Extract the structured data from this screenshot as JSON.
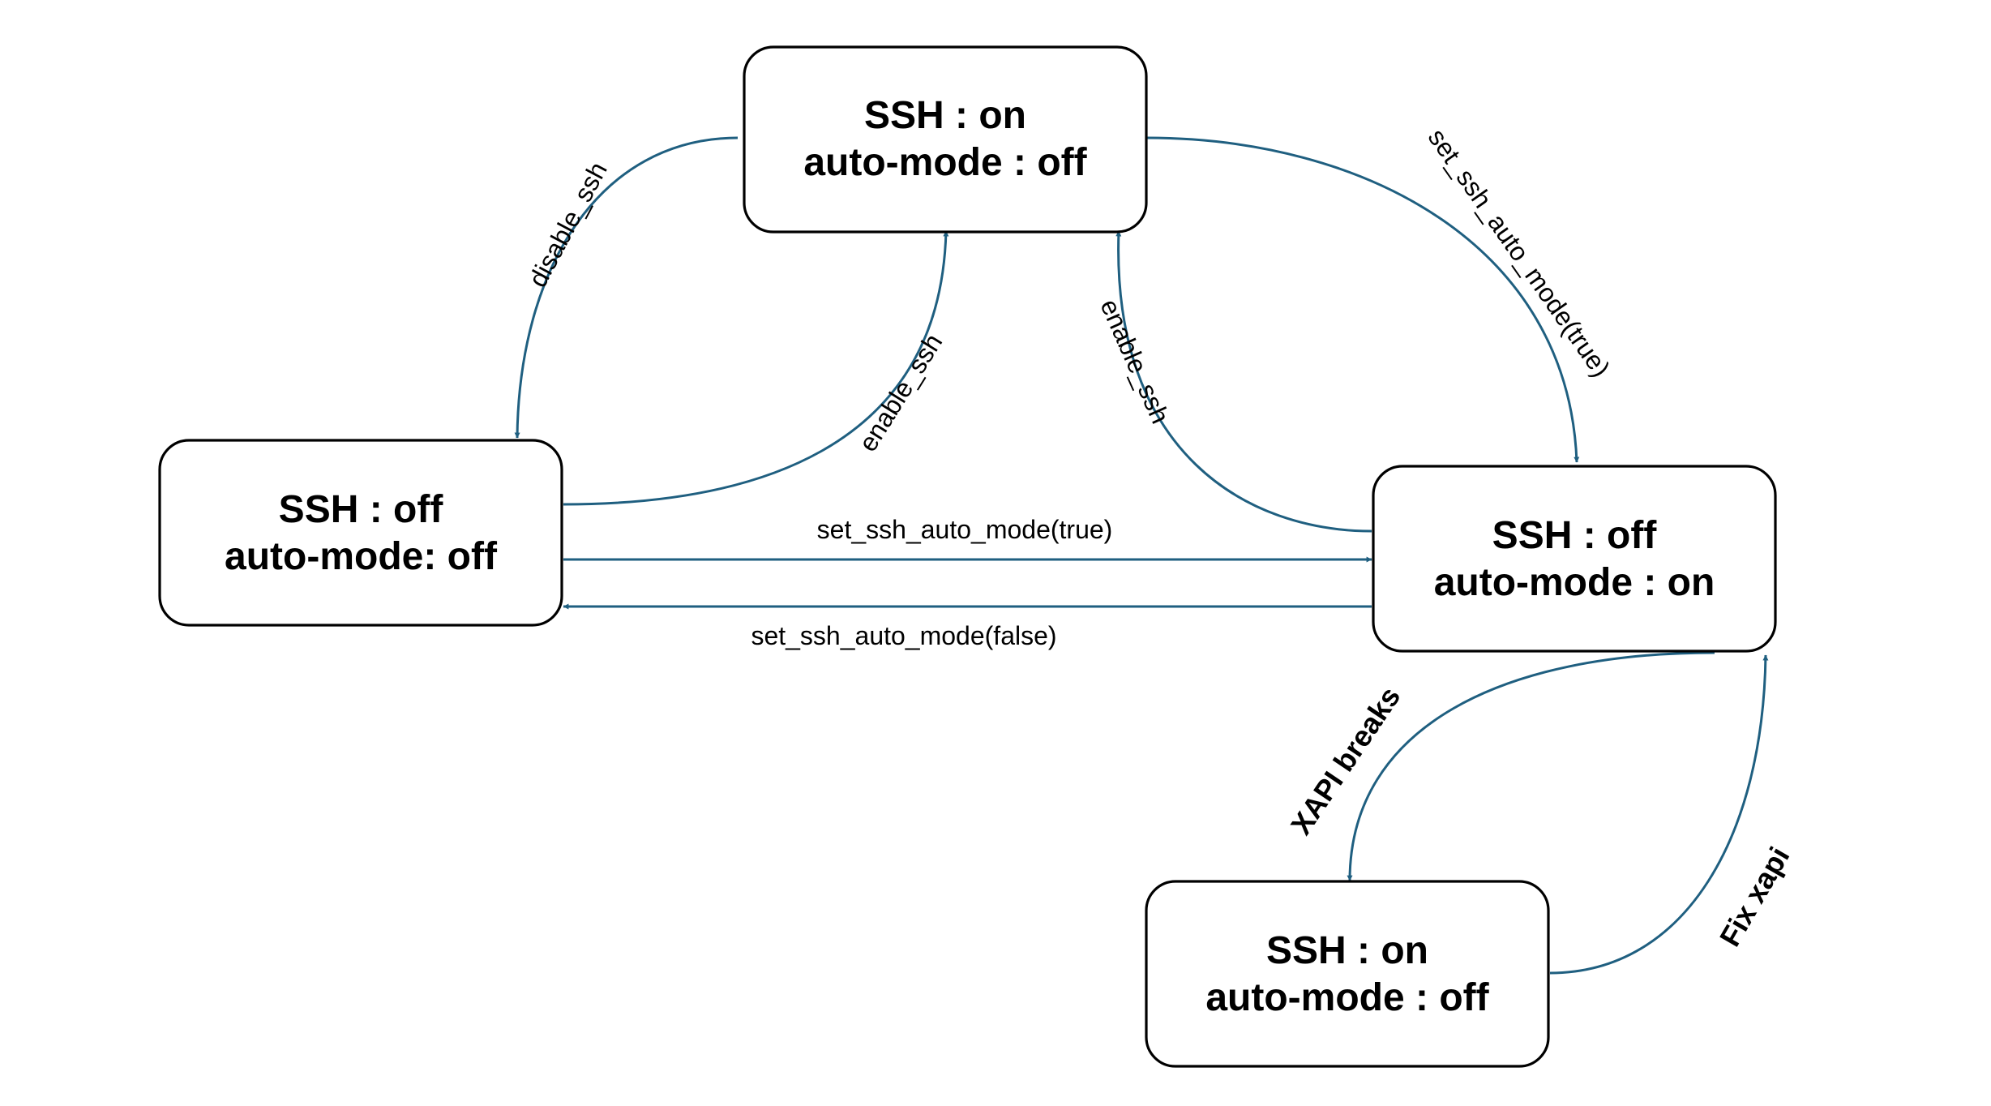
{
  "colors": {
    "edge": "#1F5F80",
    "node_border": "#000000",
    "label_default": "#000000",
    "xapi_breaks": "#FF0000",
    "fix_xapi": "#1E6B23"
  },
  "states": {
    "top": {
      "line1": "SSH : on",
      "line2": "auto-mode : off"
    },
    "left": {
      "line1": "SSH : off",
      "line2": "auto-mode: off"
    },
    "right": {
      "line1": "SSH : off",
      "line2": "auto-mode : on"
    },
    "bottom": {
      "line1": "SSH : on",
      "line2": "auto-mode : off"
    }
  },
  "transitions": {
    "top_to_left": "disable_ssh",
    "left_to_top": "enable_ssh",
    "right_to_top": "enable_ssh",
    "top_to_right": "set_ssh_auto_mode(true)",
    "left_to_right": "set_ssh_auto_mode(true)",
    "right_to_left": "set_ssh_auto_mode(false)",
    "right_to_bottom": "XAPI breaks",
    "bottom_to_right": "Fix xapi"
  }
}
